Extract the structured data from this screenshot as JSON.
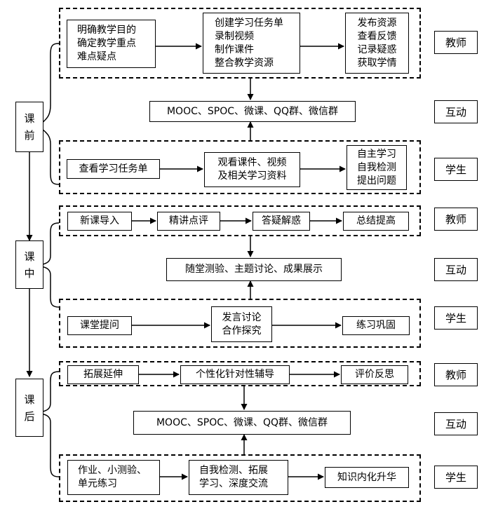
{
  "stages": [
    {
      "label": "课\n前"
    },
    {
      "label": "课\n中"
    },
    {
      "label": "课\n后"
    }
  ],
  "pre": {
    "teacher": [
      "明确教学目的\n确定教学重点\n难点疑点",
      "创建学习任务单\n录制视频\n制作课件\n整合教学资源",
      "发布资源\n查看反馈\n记录疑惑\n获取学情"
    ],
    "interact": "MOOC、SPOC、微课、QQ群、微信群",
    "student": [
      "查看学习任务单",
      "观看课件、视频\n及相关学习资料",
      "自主学习\n自我检测\n提出问题"
    ]
  },
  "mid": {
    "teacher": [
      "新课导入",
      "精讲点评",
      "答疑解惑",
      "总结提高"
    ],
    "interact": "随堂测验、主题讨论、成果展示",
    "student": [
      "课堂提问",
      "发言讨论\n合作探究",
      "练习巩固"
    ]
  },
  "post": {
    "teacher": [
      "拓展延伸",
      "个性化针对性辅导",
      "评价反思"
    ],
    "interact": "MOOC、SPOC、微课、QQ群、微信群",
    "student": [
      "作业、小测验、\n单元练习",
      "自我检测、拓展\n学习、深度交流",
      "知识内化升华"
    ]
  },
  "roles": {
    "teacher": "教师",
    "interact": "互动",
    "student": "学生"
  }
}
